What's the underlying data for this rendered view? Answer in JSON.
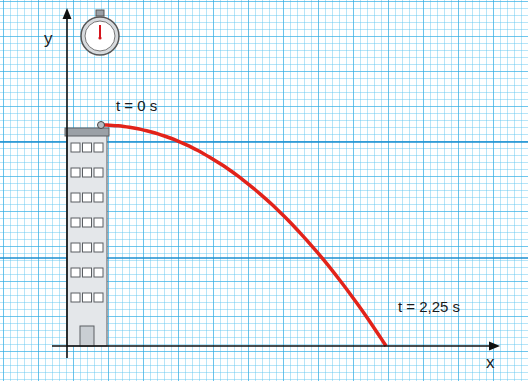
{
  "diagram": {
    "labels": [
      "y",
      "t = 0 s",
      "t = 2,25 s",
      "x"
    ]
  }
}
